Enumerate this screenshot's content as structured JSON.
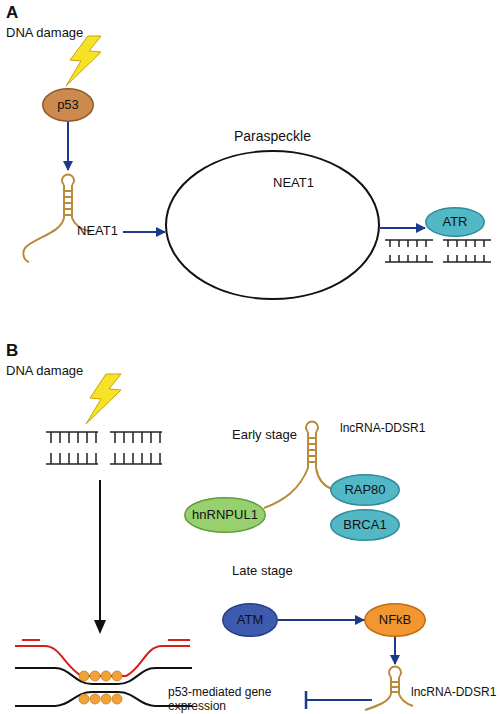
{
  "diagram": {
    "nodes": [
      {
        "text": [
          "p53"
        ]
      },
      {
        "text": [
          "NEAT1"
        ]
      },
      {
        "text": [
          "Paraspeckle",
          "NEAT1"
        ]
      },
      {
        "text": [
          "ATR"
        ]
      },
      {
        "text": [
          "lncRNA-DDSR1"
        ]
      },
      {
        "text": [
          "hnRNPUL1"
        ]
      },
      {
        "text": [
          "RAP80"
        ]
      },
      {
        "text": [
          "BRCA1"
        ]
      },
      {
        "text": [
          "ATM"
        ]
      },
      {
        "text": [
          "NFkB"
        ]
      },
      {
        "text": [
          "lncRNA-DDSR1"
        ]
      }
    ],
    "edges": [
      {
        "from": 0,
        "to": 1,
        "arrow": "to"
      },
      {
        "from": 1,
        "to": 2,
        "arrow": "to"
      },
      {
        "from": 2,
        "to": 3,
        "arrow": "to"
      },
      {
        "from": 8,
        "to": 9,
        "arrow": "to"
      },
      {
        "from": 9,
        "to": 10,
        "arrow": "to"
      }
    ],
    "labels": [
      "A",
      "DNA damage",
      "B",
      "DNA damage",
      "Early stage",
      "Late stage",
      "p53-mediated gene expression"
    ]
  }
}
